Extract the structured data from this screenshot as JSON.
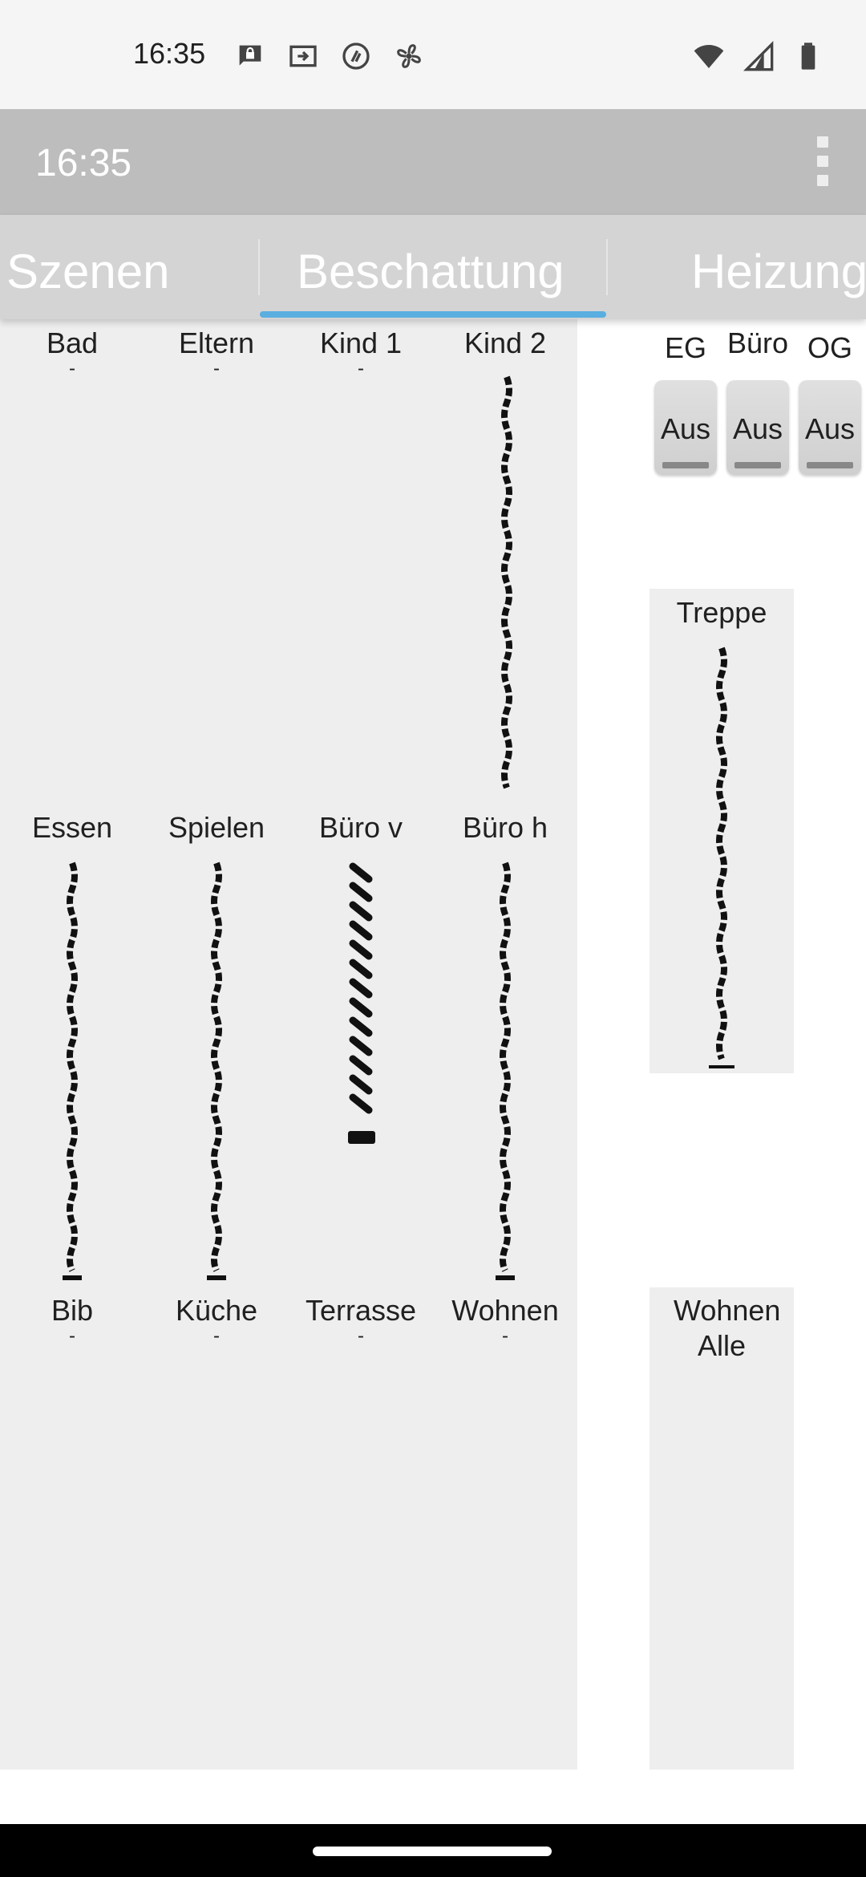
{
  "status_bar": {
    "time": "16:35",
    "icons_left": [
      "chat-lock-icon",
      "cast-icon",
      "edge-icon",
      "fan-icon"
    ],
    "icons_right": [
      "wifi-icon",
      "signal-icon",
      "battery-icon"
    ]
  },
  "app_bar": {
    "title": "16:35",
    "menu_icon": "more-vert-icon"
  },
  "tabs": [
    {
      "label": "Szenen",
      "selected": false
    },
    {
      "label": "Beschattung",
      "selected": true
    },
    {
      "label": "Heizung",
      "selected": false
    }
  ],
  "accent_color": "#5aaee0",
  "blinds": [
    {
      "label": "Bad",
      "value": "-"
    },
    {
      "label": "Eltern",
      "value": "-"
    },
    {
      "label": "Kind 1",
      "value": "-"
    },
    {
      "label": "Kind 2",
      "value": ""
    },
    {
      "label": "Essen",
      "value": ""
    },
    {
      "label": "Spielen",
      "value": ""
    },
    {
      "label": "Büro v",
      "value": ""
    },
    {
      "label": "Büro h",
      "value": ""
    },
    {
      "label": "Bib",
      "value": "-"
    },
    {
      "label": "Küche",
      "value": "-"
    },
    {
      "label": "Terrasse",
      "value": "-"
    },
    {
      "label": "Wohnen",
      "value": "-"
    }
  ],
  "heating_buttons": [
    {
      "label": "EG",
      "state": "Aus"
    },
    {
      "label": "Büro",
      "state": "Aus"
    },
    {
      "label": "OG",
      "state": "Aus"
    }
  ],
  "groups": [
    {
      "label": "Treppe"
    },
    {
      "label": "Wohnen Alle"
    }
  ]
}
